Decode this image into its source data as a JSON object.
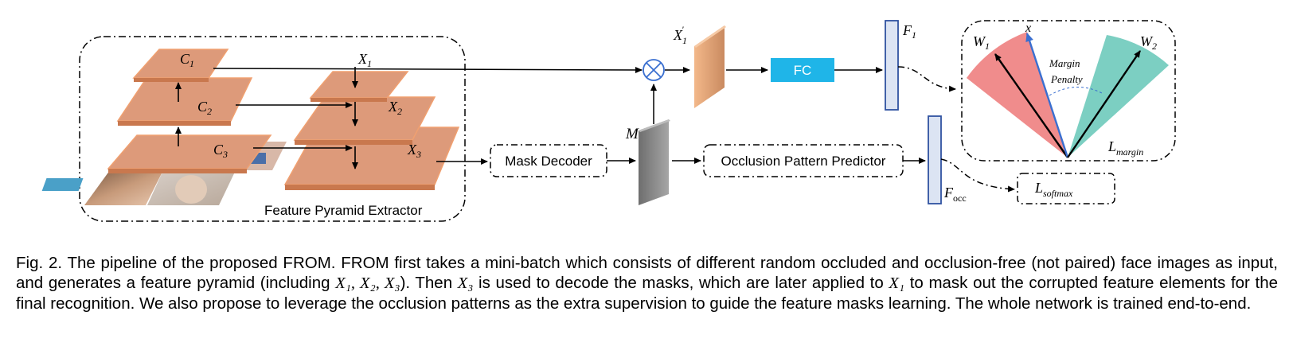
{
  "figure": {
    "pyramid_label": "Feature Pyramid Extractor",
    "c1": "C",
    "c1_sub": "1",
    "c2": "C",
    "c2_sub": "2",
    "c3": "C",
    "c3_sub": "3",
    "x1": "X",
    "x1_sub": "1",
    "x2": "X",
    "x2_sub": "2",
    "x3": "X",
    "x3_sub": "3",
    "mask_decoder": "Mask Decoder",
    "m_label": "M",
    "x1prime": "X",
    "x1prime_sub": "1",
    "x1prime_sup": "'",
    "fc": "FC",
    "f1": "F",
    "f1_sub": "1",
    "occlusion_predictor": "Occlusion Pattern Predictor",
    "focc": "F",
    "focc_sub": "occ",
    "l_softmax": "L",
    "l_softmax_sub": "softmax",
    "margin_penalty_1": "Margin",
    "margin_penalty_2": "Penalty",
    "w1": "W",
    "w1_sub": "1",
    "w2": "W",
    "w2_sub": "2",
    "x_vec": "x",
    "l_margin": "L",
    "l_margin_sub": "margin",
    "colors": {
      "plate": "#dd9a7a",
      "plate_edge": "#f0a070",
      "fc": "#1fb5e8",
      "feature_bar": "#dce4f3",
      "feature_bar_edge": "#2f52a0",
      "sector_red": "#f08c8c",
      "sector_teal": "#7ccfc2",
      "x_vector": "#3a6fd0"
    }
  },
  "caption": {
    "p1": "Fig. 2. The pipeline of the proposed FROM. FROM first takes a mini-batch which consists of different random occluded and occlusion-free (not paired) face images as input, and generates a feature pyramid (including ",
    "p1_math": "X₁, X₂, X₃",
    "p2": "). Then ",
    "p2_math": "X₃",
    "p3": " is used to decode the masks, which are later applied to ",
    "p3_math": "X₁",
    "p4": " to mask out the corrupted feature elements for the final recognition. We also propose to leverage the occlusion patterns as the extra supervision to guide the feature masks learning. The whole network is trained end-to-end."
  }
}
